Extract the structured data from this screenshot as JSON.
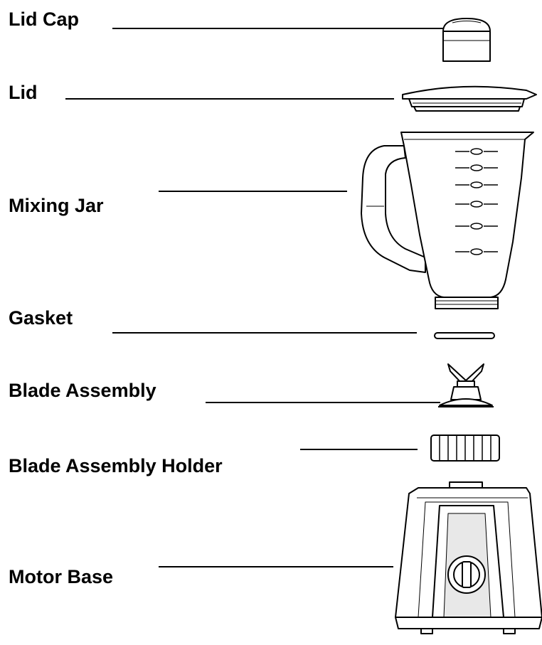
{
  "parts": [
    {
      "id": "lid-cap",
      "label": "Lid Cap"
    },
    {
      "id": "lid",
      "label": "Lid"
    },
    {
      "id": "mixing-jar",
      "label": "Mixing Jar"
    },
    {
      "id": "gasket",
      "label": "Gasket"
    },
    {
      "id": "blade-assembly",
      "label": "Blade Assembly"
    },
    {
      "id": "blade-assembly-holder",
      "label": "Blade Assembly Holder"
    },
    {
      "id": "motor-base",
      "label": "Motor Base"
    }
  ],
  "colors": {
    "ink": "#000000",
    "paper": "#ffffff",
    "shade": "#e8e8e8"
  }
}
